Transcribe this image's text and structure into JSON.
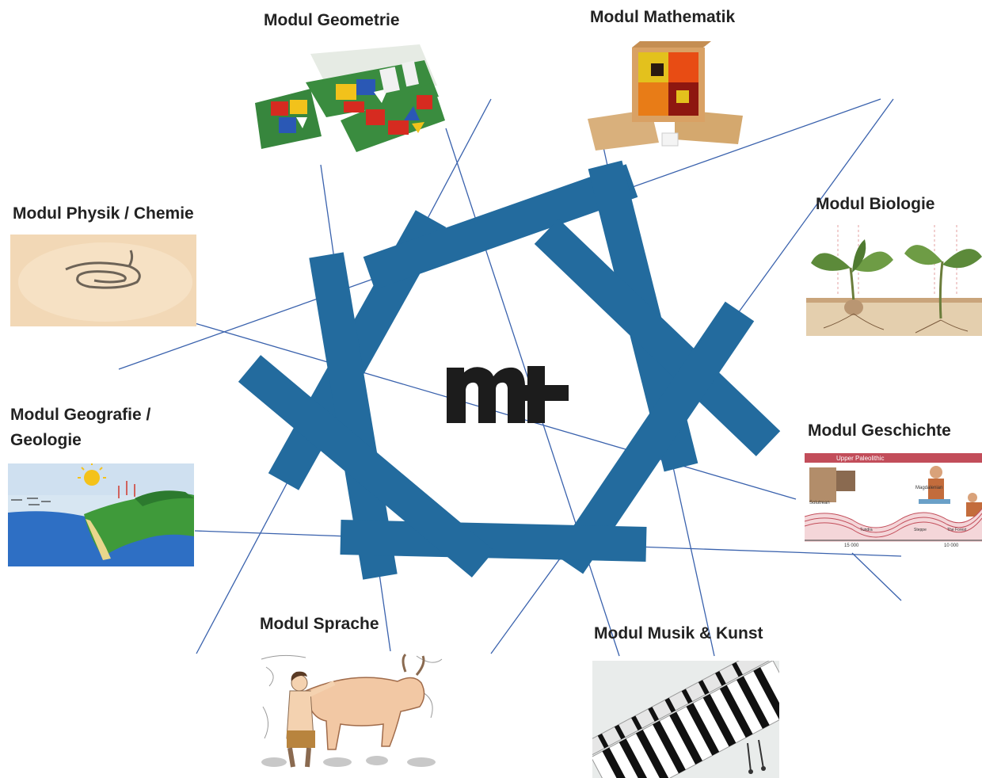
{
  "center": {
    "logo_text": "m+"
  },
  "modules": {
    "geometrie": {
      "label": "Modul Geometrie"
    },
    "mathematik": {
      "label": "Modul Mathematik"
    },
    "biologie": {
      "label": "Modul Biologie"
    },
    "physik": {
      "label": "Modul Physik / Chemie"
    },
    "geografie": {
      "label_line1": "Modul Geografie /",
      "label_line2": "Geologie"
    },
    "geschichte": {
      "label": "Modul Geschichte",
      "picture_text": {
        "banner": "Upper Paleolithic",
        "left": "Solutrean",
        "right": "Magdalenian",
        "captions": [
          "Tundra",
          "Steppe",
          "The Forest"
        ],
        "ticks": [
          "15 000",
          "10 000"
        ]
      }
    },
    "sprache": {
      "label": "Modul Sprache"
    },
    "musik": {
      "label": "Modul Musik & Kunst"
    }
  },
  "colors": {
    "bar": "#236b9e",
    "line": "#3a62ad",
    "text": "#222222",
    "green": "#2f8a3a",
    "sea": "#2e6fc4"
  },
  "icons": [
    "geoboard-illustration",
    "cube-illustration",
    "plant-illustration",
    "wire-illustration",
    "landscape-illustration",
    "timeline-illustration",
    "cave-drawing-illustration",
    "keyboard-illustration"
  ]
}
